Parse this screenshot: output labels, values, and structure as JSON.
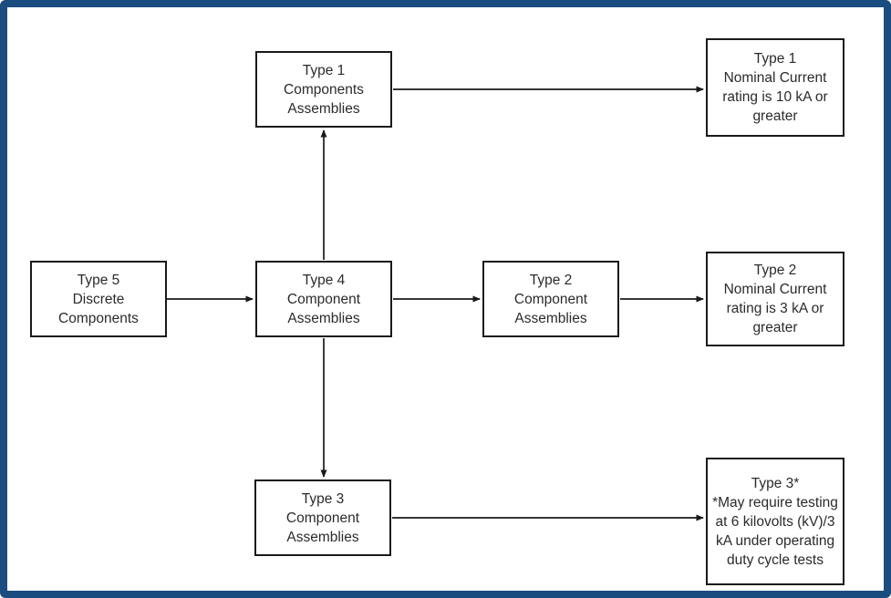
{
  "colors": {
    "frame_border": "#1B4C80",
    "box_border": "#1A1A1A",
    "text": "#2B2B2B",
    "arrow": "#1A1A1A",
    "background": "#FFFFFF"
  },
  "boxes": [
    {
      "id": "type1-components-assemblies",
      "lines": [
        "Type 1",
        "Components",
        "Assemblies"
      ]
    },
    {
      "id": "type1-nominal-rating",
      "lines": [
        "Type 1",
        "Nominal Current",
        "rating is 10 kA or",
        "greater"
      ]
    },
    {
      "id": "type5-discrete-components",
      "lines": [
        "Type 5",
        "Discrete",
        "Components"
      ]
    },
    {
      "id": "type4-component-assemblies",
      "lines": [
        "Type 4",
        "Component",
        "Assemblies"
      ]
    },
    {
      "id": "type2-component-assemblies",
      "lines": [
        "Type 2",
        "Component",
        "Assemblies"
      ]
    },
    {
      "id": "type2-nominal-rating",
      "lines": [
        "Type 2",
        "Nominal Current",
        "rating is 3 kA or",
        "greater"
      ]
    },
    {
      "id": "type3-component-assemblies",
      "lines": [
        "Type 3",
        "Component",
        "Assemblies"
      ]
    },
    {
      "id": "type3-testing-note",
      "lines": [
        "Type 3*",
        "*May require testing",
        "at 6 kilovolts (kV)/3",
        "kA under operating",
        "duty cycle tests"
      ]
    }
  ],
  "connections": [
    {
      "from": "type5-discrete-components",
      "to": "type4-component-assemblies"
    },
    {
      "from": "type4-component-assemblies",
      "to": "type1-components-assemblies"
    },
    {
      "from": "type4-component-assemblies",
      "to": "type2-component-assemblies"
    },
    {
      "from": "type4-component-assemblies",
      "to": "type3-component-assemblies"
    },
    {
      "from": "type1-components-assemblies",
      "to": "type1-nominal-rating"
    },
    {
      "from": "type2-component-assemblies",
      "to": "type2-nominal-rating"
    },
    {
      "from": "type3-component-assemblies",
      "to": "type3-testing-note"
    }
  ]
}
